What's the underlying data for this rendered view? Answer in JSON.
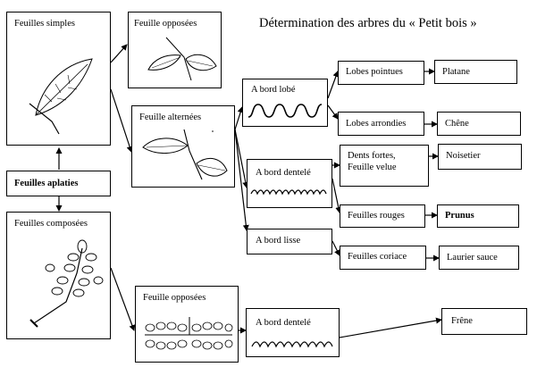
{
  "title": "Détermination des arbres du « Petit bois »",
  "nodes": {
    "feuilles_simples": "Feuilles simples",
    "feuilles_aplaties": "Feuilles aplaties",
    "feuilles_composees": "Feuilles composées",
    "feuille_opposees_top": "Feuille opposées",
    "feuille_alternees": "Feuille alternées",
    "feuille_opposees_bottom": "Feuille opposées",
    "a_bord_lobe": "A bord lobé",
    "a_bord_dentele_mid": "A bord dentelé",
    "a_bord_lisse": "A bord lisse",
    "a_bord_dentele_bottom": "A bord dentelé",
    "lobes_pointues": "Lobes pointues",
    "lobes_arrondies": "Lobes arrondies",
    "dents_fortes_1": "Dents fortes,",
    "dents_fortes_2": "Feuille velue",
    "feuilles_rouges": "Feuilles rouges",
    "feuilles_coriace": "Feuilles coriace",
    "platane": "Platane",
    "chene": "Chêne",
    "noisetier": "Noisetier",
    "prunus": "Prunus",
    "laurier_sauce": "Laurier sauce",
    "frene": "Frêne"
  }
}
